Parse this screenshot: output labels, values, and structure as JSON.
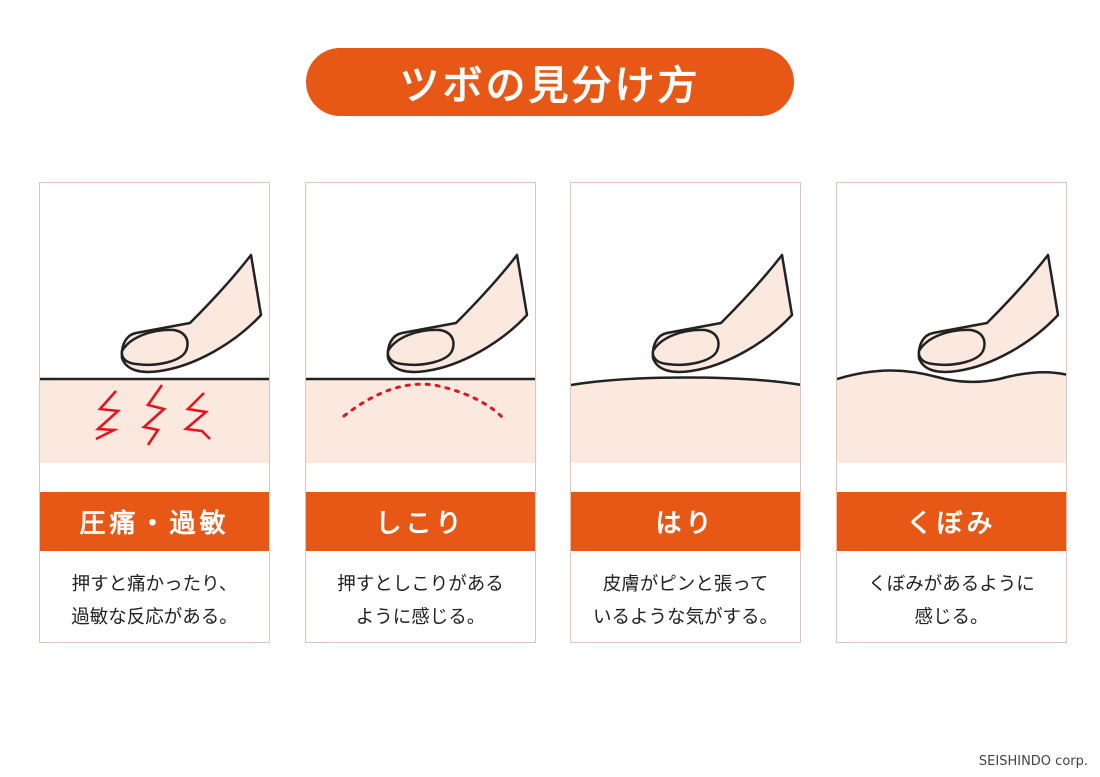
{
  "title": "ツボの見分け方",
  "cards": [
    {
      "id": "pain",
      "label": "圧痛・過敏",
      "desc": [
        "押すと痛かったり、",
        "過敏な反応がある。"
      ]
    },
    {
      "id": "stiffness",
      "label": "しこり",
      "desc": [
        "押すとしこりがある",
        "ように感じる。"
      ]
    },
    {
      "id": "tension",
      "label": "はり",
      "desc": [
        "皮膚がピンと張って",
        "いるような気がする。"
      ]
    },
    {
      "id": "hollow",
      "label": "くぼみ",
      "desc": [
        "くぼみがあるように",
        "感じる。"
      ]
    }
  ],
  "footer": "SEISHINDO corp.",
  "colors": {
    "accent": "#e75716",
    "skin": "#fbe8df",
    "card_border": "#e4c3b4",
    "pain_mark": "#e2141d"
  }
}
